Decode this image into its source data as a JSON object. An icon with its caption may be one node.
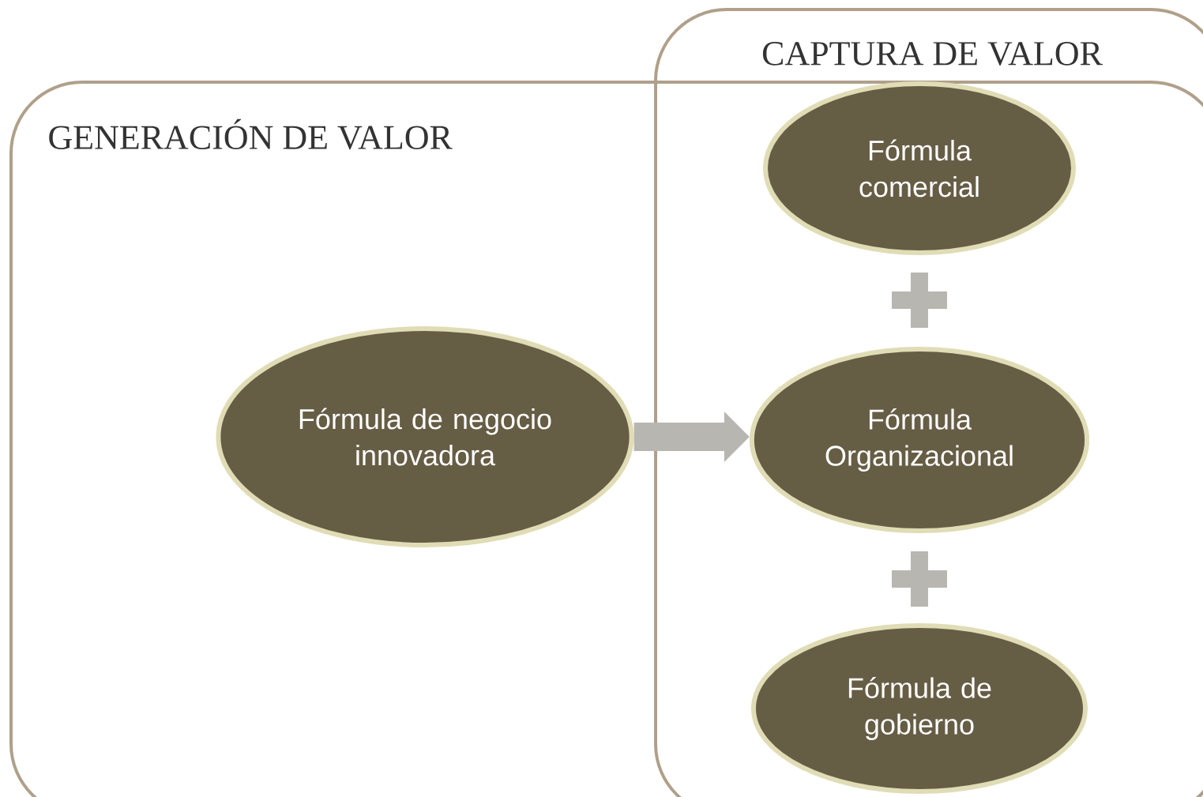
{
  "diagram": {
    "nodes": [
      {
        "text": [
          "GENERACIÓN DE VALOR"
        ]
      },
      {
        "text": [
          "CAPTURA DE VALOR"
        ]
      },
      {
        "text": [
          "Fórmula de negocio innovadora"
        ],
        "in": 0
      },
      {
        "text": [
          "Fórmula comercial"
        ],
        "in": 1
      },
      {
        "text": [
          "Fórmula Organizacional"
        ],
        "in": 1
      },
      {
        "text": [
          "Fórmula de gobierno"
        ],
        "in": 1
      }
    ],
    "edges": [
      {
        "from": 2,
        "to": 4,
        "arrow": "to"
      }
    ]
  }
}
